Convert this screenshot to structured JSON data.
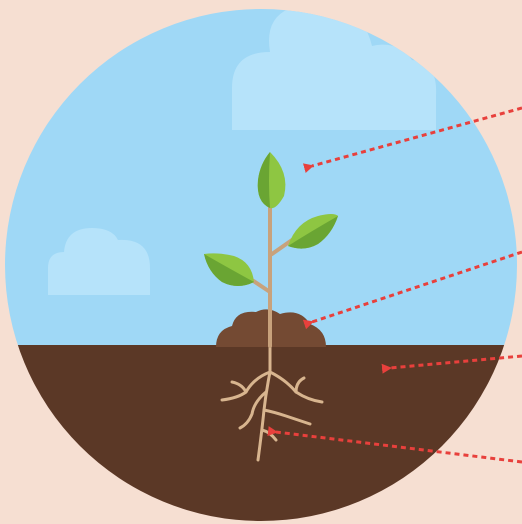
{
  "colors": {
    "background": "#f6dfd2",
    "sky": "#9fd8f6",
    "cloud": "#b6e3fa",
    "soil": "#5b3826",
    "soil_mound": "#744a33",
    "stem": "#c8a27c",
    "leaf_light": "#8ec642",
    "leaf_dark": "#6aa533",
    "root": "#d8b58f",
    "arrow": "#e8403c"
  },
  "diagram": {
    "subject": "plant-growth",
    "pointers": [
      {
        "target": "leaf"
      },
      {
        "target": "stem-base"
      },
      {
        "target": "soil"
      },
      {
        "target": "roots"
      }
    ]
  }
}
